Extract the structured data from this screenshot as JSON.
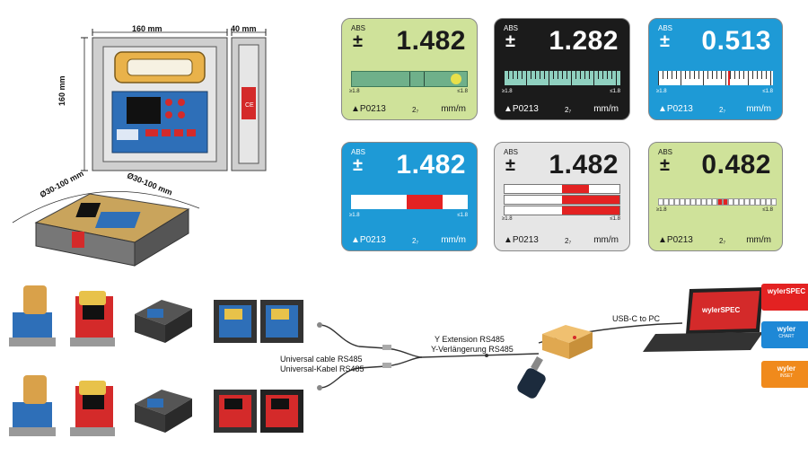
{
  "dimensions": {
    "width": "160 mm",
    "depth": "40 mm",
    "height": "160 mm",
    "diameter_left": "Ø30-100 mm",
    "diameter_right": "Ø30-100 mm"
  },
  "panels": [
    {
      "abs": "ABS",
      "sign": "±",
      "reading": "1.482",
      "left_tick": "≥1.8",
      "right_tick": "≤1.8",
      "code": "▲P0213",
      "mode": "2₇",
      "unit": "mm/m",
      "bg": "#cfe29a",
      "fg": "#1a1a1a",
      "style": "bubble"
    },
    {
      "abs": "ABS",
      "sign": "±",
      "reading": "1.282",
      "left_tick": "≥1.8",
      "right_tick": "≤1.8",
      "code": "▲P0213",
      "mode": "2₇",
      "unit": "mm/m",
      "bg": "#1b1b1b",
      "fg": "#ffffff",
      "style": "ticks"
    },
    {
      "abs": "ABS",
      "sign": "±",
      "reading": "0.513",
      "left_tick": "≥1.8",
      "right_tick": "≤1.8",
      "code": "▲P0213",
      "mode": "2₇",
      "unit": "mm/m",
      "bg": "#1e9ad6",
      "fg": "#ffffff",
      "style": "ruler"
    },
    {
      "abs": "ABS",
      "sign": "±",
      "reading": "1.482",
      "left_tick": "≥1.8",
      "right_tick": "≤1.8",
      "code": "▲P0213",
      "mode": "2₇",
      "unit": "mm/m",
      "bg": "#1e9ad6",
      "fg": "#ffffff",
      "style": "redbar"
    },
    {
      "abs": "ABS",
      "sign": "±",
      "reading": "1.482",
      "left_tick": "≥1.8",
      "right_tick": "≤1.8",
      "code": "▲P0213",
      "mode": "2₇",
      "unit": "mm/m",
      "bg": "#e6e6e6",
      "fg": "#1a1a1a",
      "style": "multibar"
    },
    {
      "abs": "ABS",
      "sign": "±",
      "reading": "0.482",
      "left_tick": "≥1.8",
      "right_tick": "≤1.8",
      "code": "▲P0213",
      "mode": "2₇",
      "unit": "mm/m",
      "bg": "#cfe29a",
      "fg": "#1a1a1a",
      "style": "dots"
    }
  ],
  "cables": {
    "universal_en": "Universal cable RS485",
    "universal_de": "Universal-Kabel RS485",
    "extension_en": "Y Extension RS485",
    "extension_de": "Y-Verlängerung RS485",
    "usb": "USB-C to PC"
  },
  "laptop": {
    "screen_text": "wylerSPEC"
  },
  "software": [
    {
      "title": "wylerSPEC",
      "sub": "",
      "color": "#e32222"
    },
    {
      "title": "wyler",
      "sub": "CHART",
      "color": "#1e88d6"
    },
    {
      "title": "wyler",
      "sub": "INSET",
      "color": "#f08a1c"
    }
  ],
  "colors": {
    "device_red": "#d42a2a",
    "device_blue": "#2e6fb8",
    "device_dark": "#3a3a3a",
    "frame": "#555555"
  }
}
